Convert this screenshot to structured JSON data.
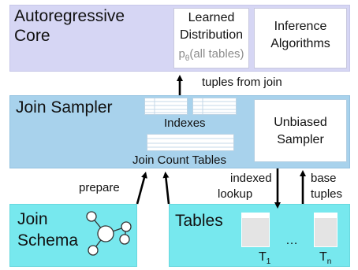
{
  "core": {
    "title_line1": "Autoregressive",
    "title_line2": "Core",
    "learned_line1": "Learned",
    "learned_line2": "Distribution",
    "learned_line3": "p_θ(all tables)",
    "learned_p": "p",
    "learned_theta": "θ",
    "learned_suffix": "(all tables)",
    "inference_line1": "Inference",
    "inference_line2": "Algorithms"
  },
  "sampler": {
    "title": "Join Sampler",
    "indexes_label": "Indexes",
    "join_count_tables_label": "Join Count Tables",
    "unbiased_line1": "Unbiased",
    "unbiased_line2": "Sampler"
  },
  "schema": {
    "line1": "Join",
    "line2": "Schema"
  },
  "tables": {
    "title": "Tables",
    "ellipsis": "…",
    "t_first": "T",
    "t_first_sub": "1",
    "t_last": "T",
    "t_last_sub": "n"
  },
  "arrows": {
    "tuples_from_join": "tuples from join",
    "prepare": "prepare",
    "indexed": "indexed",
    "lookup": "lookup",
    "base": "base",
    "tuples": "tuples"
  },
  "colors": {
    "core_bg": "#d6d6f4",
    "sampler_bg": "#a8d2ec",
    "tables_bg": "#77e8ee",
    "card_bg": "#ffffff"
  }
}
